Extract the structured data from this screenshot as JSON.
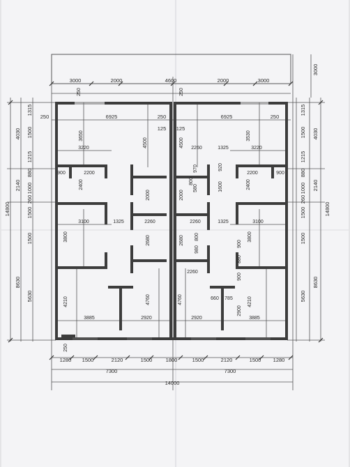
{
  "top_dims": {
    "outer": [
      "3000",
      "2000",
      "4600",
      "2000",
      "3000"
    ],
    "center_250": "250",
    "right_250": "250",
    "row2": [
      "250",
      "6925",
      "250",
      "6925",
      "250"
    ],
    "center_125": [
      "125",
      "125"
    ],
    "overall_right": "3000"
  },
  "bottom_dims": {
    "row1": [
      "1280",
      "1500",
      "2120",
      "1500",
      "1800",
      "1500",
      "2120",
      "1500",
      "1280"
    ],
    "halves": [
      "7300",
      "7300"
    ],
    "total": "14000",
    "corner_250": "250"
  },
  "left_dims": {
    "total": "14800",
    "groups": [
      "4030",
      "2140",
      "8630"
    ],
    "detail": [
      "1315",
      "1500",
      "1215",
      "880",
      "1000",
      "260",
      "1500",
      "1500",
      "5630"
    ]
  },
  "right_dims": {
    "total": "14800",
    "groups": [
      "4030",
      "2140",
      "8630"
    ],
    "detail": [
      "1315",
      "1500",
      "1215",
      "880",
      "1000",
      "260",
      "1500",
      "1500",
      "5630"
    ]
  },
  "interior_left": {
    "d3650": "3650",
    "d3220": "3220",
    "d4500": "4500",
    "d900": "900",
    "d2200": "2200",
    "d2400": "2400",
    "d2000": "2000",
    "d3100": "3100",
    "d1325": "1325",
    "d2260": "2260",
    "d3800": "3800",
    "d2680": "2680",
    "d4210": "4210",
    "d4760": "4760",
    "d3885": "3885",
    "d2920": "2920"
  },
  "interior_right": {
    "d4500": "4500",
    "d2260a": "2260",
    "d1325a": "1325",
    "d3530": "3530",
    "d3220": "3220",
    "d970": "970",
    "d920": "920",
    "d2200": "2200",
    "d900": "900",
    "d800": "800",
    "d580": "580",
    "d1600": "1600",
    "d2000": "2000",
    "d2400": "2400",
    "d2260b": "2260",
    "d1325b": "1325",
    "d3100": "3100",
    "d2680": "2680",
    "d800b": "800",
    "d3800": "3800",
    "d980": "980",
    "d880": "880",
    "d900b": "900",
    "d2260c": "2260",
    "d900c": "900",
    "d4760": "4760",
    "d660": "660",
    "d785": "785",
    "d4210": "4210",
    "d2900": "2900",
    "d2920": "2920",
    "d3885": "3885"
  }
}
